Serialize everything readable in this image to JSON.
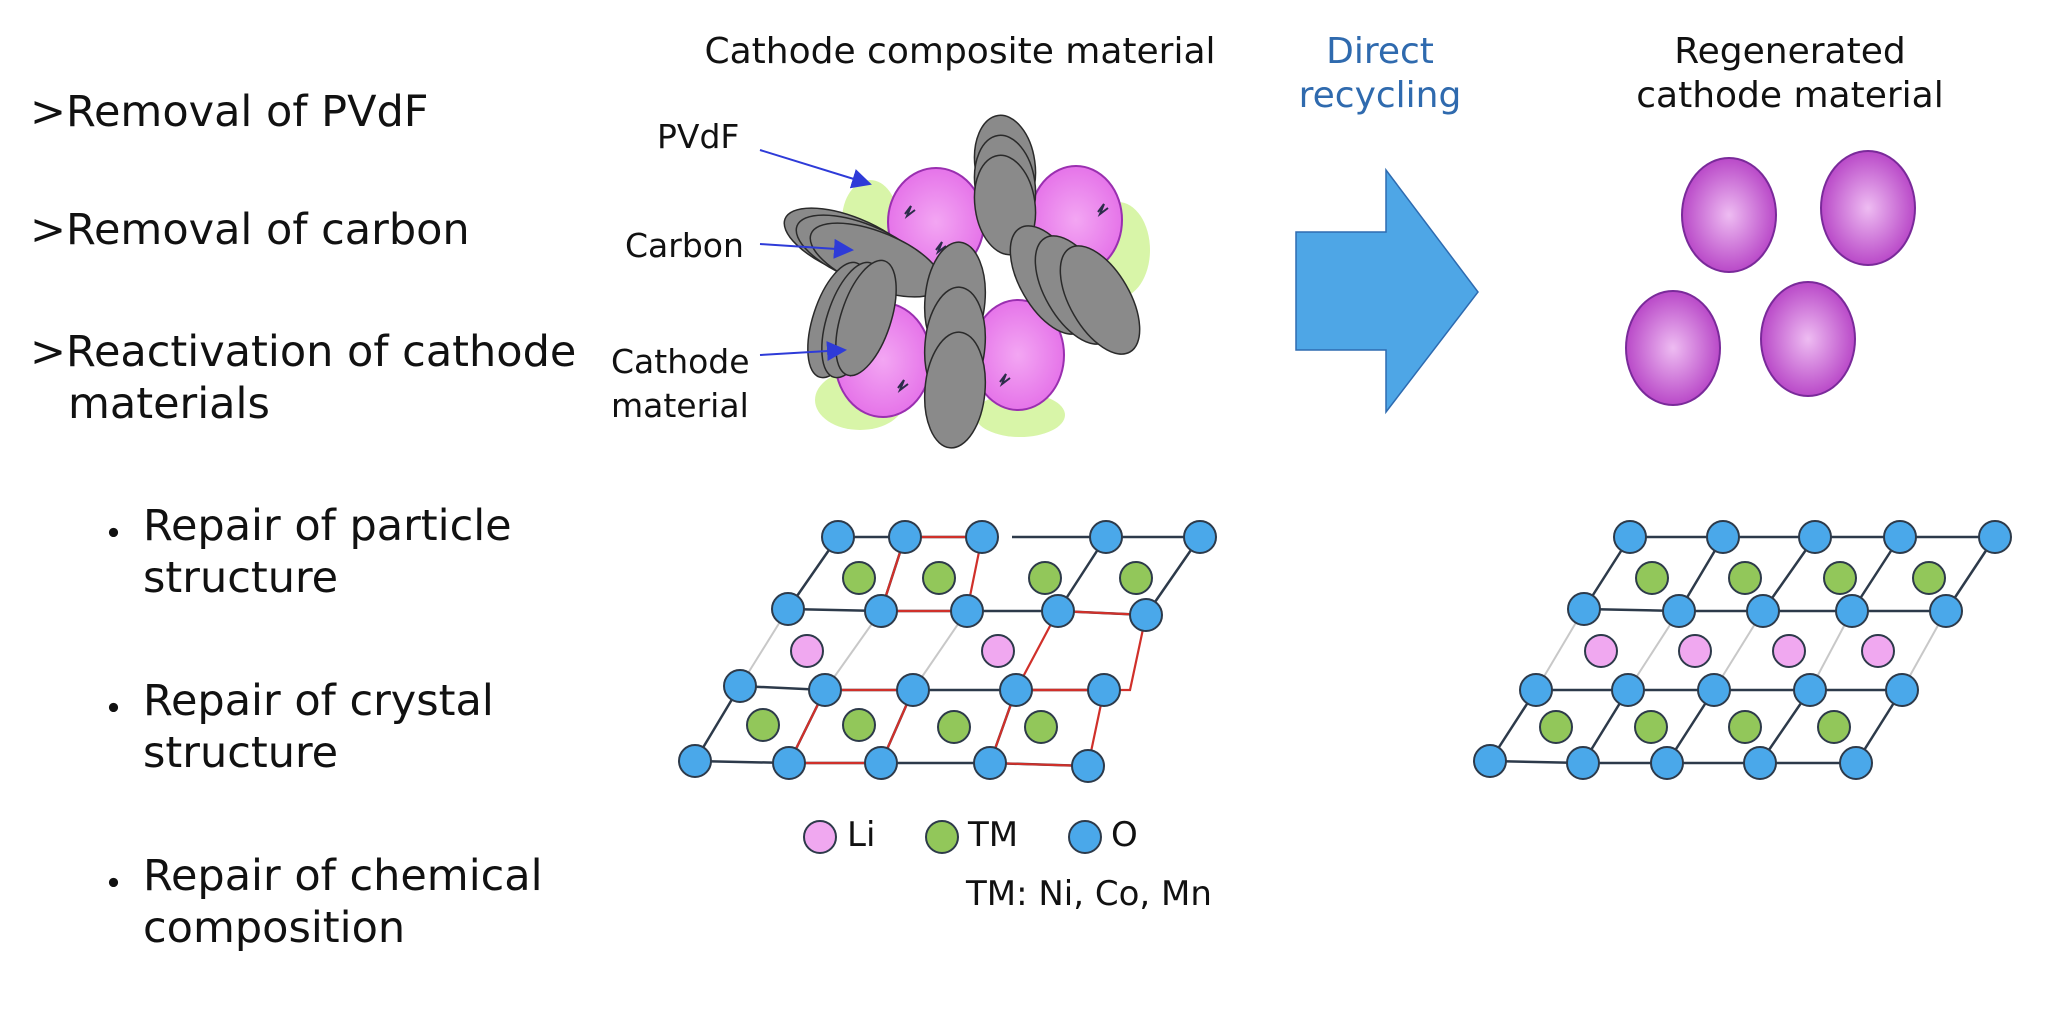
{
  "steps": {
    "removal_pvdf": ">Removal of PVdF",
    "removal_carbon": ">Removal of carbon",
    "reactivation_line1": ">Reactivation of cathode",
    "reactivation_line2": "materials",
    "repairs": [
      {
        "line1": "Repair of particle",
        "line2": "structure"
      },
      {
        "line1": "Repair of crystal",
        "line2": "structure"
      },
      {
        "line1": "Repair of chemical",
        "line2": "composition"
      }
    ],
    "bullet": "・"
  },
  "titles": {
    "composite": "Cathode composite material",
    "direct_line1": "Direct",
    "direct_line2": "recycling",
    "regen_line1": "Regenerated",
    "regen_line2": "cathode material"
  },
  "callouts": {
    "pvdf": "PVdF",
    "carbon": "Carbon",
    "cathode_line1": "Cathode",
    "cathode_line2": "material"
  },
  "legend": {
    "li": "Li",
    "tm": "TM",
    "o": "O",
    "tm_note": "TM: Ni, Co, Mn"
  },
  "colors": {
    "arrow": "#4ea6e6",
    "title_accent": "#2f6aae",
    "li_atom": "#f0a8f0",
    "tm_atom": "#92c75a",
    "o_atom": "#4aa8ea",
    "cathode_particle": "#e46fe8",
    "regen_particle": "#b43ec4",
    "pvdf_binder": "#d8f5a8",
    "carbon_flake": "#8a8a8a",
    "defect_line": "#d0302a"
  }
}
